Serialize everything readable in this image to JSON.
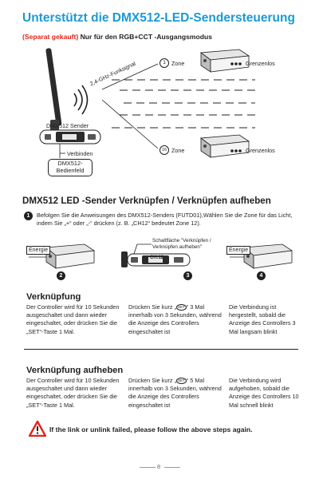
{
  "header": {
    "title": "Unterstützt die DMX512-LED-Sendersteuerung",
    "sub_red": "(Separat gekauft)",
    "sub_black": " Nur für den RGB+CCT -Ausgangsmodus"
  },
  "diagram": {
    "signal_label": "2,4-GHz-Funksignal",
    "transmitter_label": "DMX512 Sender",
    "connect_label": "Verbinden",
    "panel_label_line1": "DMX512-",
    "panel_label_line2": "Bedienfeld",
    "zone_top_num": "1",
    "zone_bottom_num": "16",
    "zone_label": "Zone",
    "unlimited_label": "Grenzenlos",
    "dmx_panel_text": "DMX512"
  },
  "section2": {
    "heading": "DMX512 LED -Sender Verknüpfen / Verknüpfen aufheben",
    "step1_num": "1",
    "step1_text": "Befolgen Sie die Anweisungen des DMX512-Senders (FUTD01),Wählen Sie die Zone für das Licht, indem Sie „+“ oder „-“ drücken (z. B. „CH12“ bedeutet Zone 12).",
    "energy_label": "Energie",
    "step2_num": "2",
    "step3_num": "3",
    "step4_num": "4",
    "callout_line1": "Schaltfläche \"Verknüpfen /",
    "callout_line2": "Verknüpfen aufheben\"",
    "display_text": "CH.12"
  },
  "link": {
    "heading": "Verknüpfung",
    "col1": "Der Controller wird für 10 Sekunden ausgeschaltet und dann wieder eingeschaltet, oder drücken Sie die „SET“-Taste 1 Mal.",
    "col2_pre": "Drücken Sie kurz „",
    "col2_post": "“ 3 Mal innerhalb von 3 Sekunden, während die Anzeige des Controllers eingeschaltet ist",
    "col3": "Die Verbindung ist hergestellt, sobald die Anzeige des Controllers 3 Mal langsam blinkt"
  },
  "unlink": {
    "heading": "Verknüpfung aufheben",
    "col1": "Der Controller wird für 10 Sekunden ausgeschaltet und dann wieder eingeschaltet, oder drücken Sie die „SET“-Taste 1 Mal.",
    "col2_pre": "Drücken Sie kurz „",
    "col2_post": "“ 5 Mal innerhalb von 3 Sekunden, während die Anzeige des Controllers eingeschaltet ist",
    "col3": "Die Verbindung wird aufgehoben, sobald die Anzeige des Controllers 10 Mal schnell blinkt"
  },
  "set_button_text": "SET",
  "warning": {
    "icon": "warning-triangle-icon",
    "text": "If the link or unlink failed, please follow the above steps again."
  },
  "footer": {
    "page_number": "8"
  },
  "colors": {
    "title": "#1a9ad6",
    "red": "#e2231a"
  }
}
